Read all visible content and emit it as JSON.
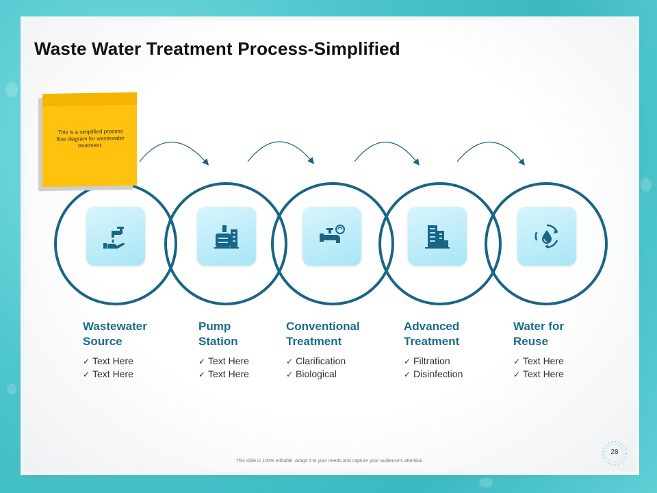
{
  "title": "Waste Water Treatment Process-Simplified",
  "note": "This is a simplified process flow diagram for wastewater treatment.",
  "stages": [
    {
      "title": "Wastewater\nSource",
      "items": [
        "Text Here",
        "Text Here"
      ],
      "icon": "faucet-hand-icon"
    },
    {
      "title": "Pump\nStation",
      "items": [
        "Text Here",
        "Text Here"
      ],
      "icon": "pump-station-icon"
    },
    {
      "title": "Conventional\nTreatment",
      "items": [
        "Clarification",
        "Biological"
      ],
      "icon": "tap-treatment-icon"
    },
    {
      "title": "Advanced\nTreatment",
      "items": [
        "Filtration",
        "Disinfection"
      ],
      "icon": "filtration-tower-icon"
    },
    {
      "title": "Water for\nReuse",
      "items": [
        "Text Here",
        "Text Here"
      ],
      "icon": "recycle-drop-icon"
    }
  ],
  "footer": "This slide is 100% editable. Adapt it to your needs and capture your audience's attention.",
  "page_number": "28",
  "colors": {
    "ring": "#1a6585",
    "accent_text": "#1a6b8c",
    "note": "#ffc20e",
    "icon_bg": "#b8ebf8"
  }
}
